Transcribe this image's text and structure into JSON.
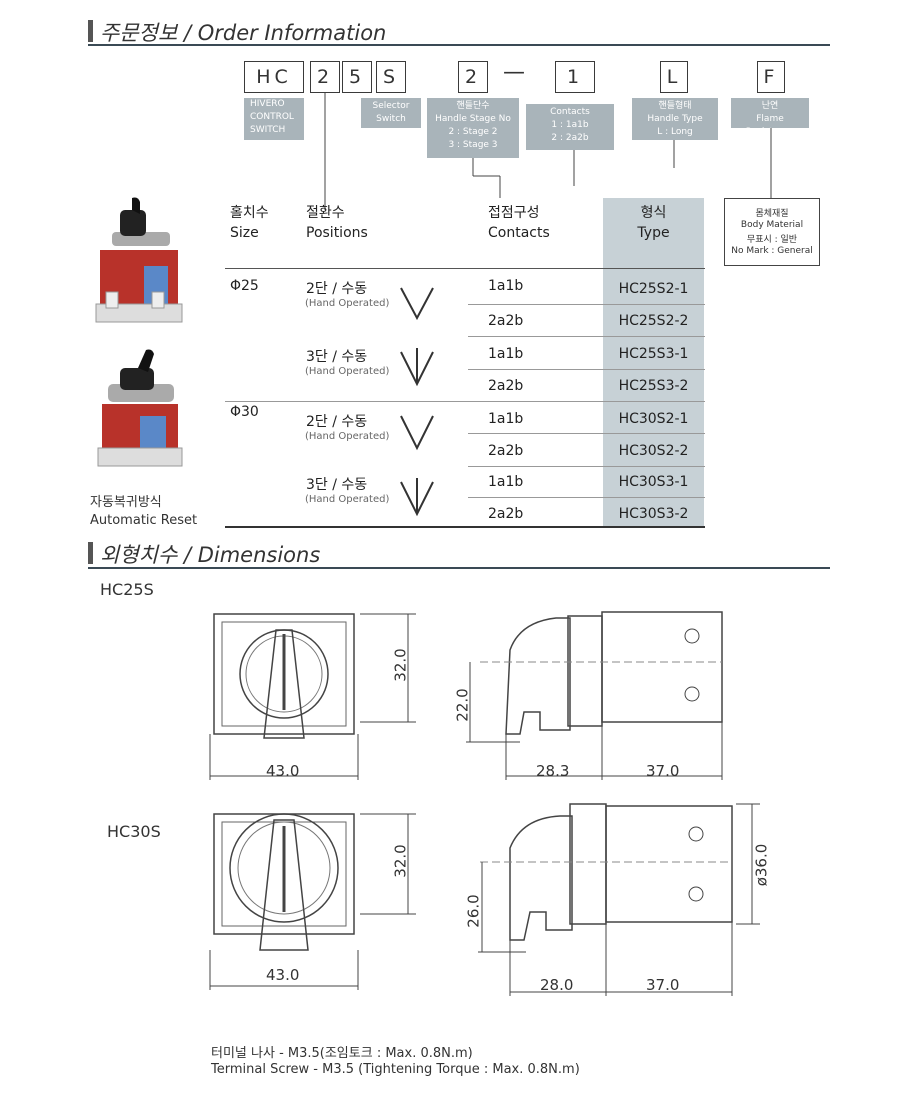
{
  "order_section": {
    "title": "주문정보 / Order Information"
  },
  "code": {
    "hc": "HC",
    "d1": "2",
    "d2": "5",
    "s": "S",
    "stage": "2",
    "dash": "—",
    "contacts": "1",
    "handle": "L",
    "flame": "F"
  },
  "code_labels": {
    "hivero": [
      "HIVERO",
      "CONTROL",
      "SWITCH"
    ],
    "selector": [
      "Selector",
      "Switch"
    ],
    "stage": [
      "핸들단수",
      "Handle Stage No",
      "2 : Stage 2",
      "3 : Stage 3"
    ],
    "contacts": [
      "Contacts",
      "1 : 1a1b",
      "2 : 2a2b"
    ],
    "handle": [
      "핸들형태",
      "Handle Type",
      "L : Long"
    ],
    "flame": [
      "난연",
      "Flame Resistance"
    ]
  },
  "note_box": [
    "몸체재질",
    "Body Material",
    "무표시 : 일반",
    "No Mark : General"
  ],
  "table": {
    "headers": {
      "size": [
        "홀치수",
        "Size"
      ],
      "positions": [
        "절환수",
        "Positions"
      ],
      "contacts": [
        "접점구성",
        "Contacts"
      ],
      "type": [
        "형식",
        "Type"
      ]
    },
    "sizes": [
      "Φ25",
      "Φ30"
    ],
    "positions": [
      {
        "label": "2단 / 수동",
        "sub": "(Hand Operated)"
      },
      {
        "label": "3단 / 수동",
        "sub": "(Hand Operated)"
      },
      {
        "label": "2단 / 수동",
        "sub": "(Hand Operated)"
      },
      {
        "label": "3단 / 수동",
        "sub": "(Hand Operated)"
      }
    ],
    "contacts": [
      "1a1b",
      "2a2b",
      "1a1b",
      "2a2b",
      "1a1b",
      "2a2b",
      "1a1b",
      "2a2b"
    ],
    "types": [
      "HC25S2-1",
      "HC25S2-2",
      "HC25S3-1",
      "HC25S3-2",
      "HC30S2-1",
      "HC30S2-2",
      "HC30S3-1",
      "HC30S3-2"
    ]
  },
  "product_caption": [
    "자동복귀방식",
    "Automatic Reset"
  ],
  "dimensions_section": {
    "title": "외형치수 / Dimensions"
  },
  "hc25s": {
    "label": "HC25S",
    "front_width": "43.0",
    "front_height": "32.0",
    "side_height": "22.0",
    "side_knob": "28.3",
    "side_body": "37.0"
  },
  "hc30s": {
    "label": "HC30S",
    "front_width": "43.0",
    "front_height": "32.0",
    "side_height": "26.0",
    "side_knob": "28.0",
    "side_body": "37.0",
    "diameter": "ø36.0"
  },
  "footer": {
    "line1": "터미널 나사 - M3.5(조임토크 : Max. 0.8N.m)",
    "line2": "Terminal Screw - M3.5 (Tightening Torque : Max. 0.8N.m)"
  },
  "colors": {
    "accent": "#c7d1d6",
    "label_gray": "#a9b4ba",
    "line": "#3a4a55",
    "body_red": "#b8322a",
    "body_blue": "#5a88c8"
  }
}
